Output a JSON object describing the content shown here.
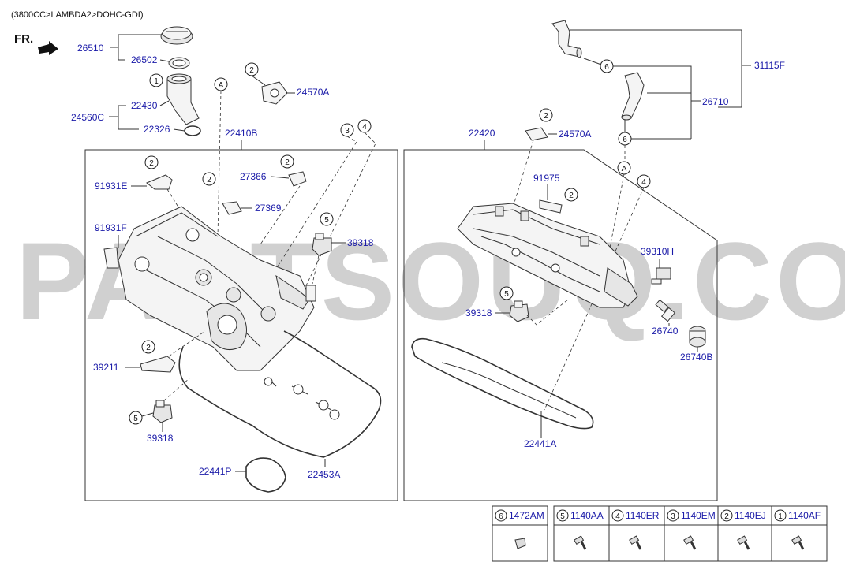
{
  "header": {
    "model": "(3800CC>LAMBDA2>DOHC-GDI)",
    "front_label": "FR."
  },
  "watermark": "PARTSOUQ.COM",
  "parts": {
    "p26510": "26510",
    "p26502": "26502",
    "p22430": "22430",
    "p24560C": "24560C",
    "p22326": "22326",
    "p24570A_l": "24570A",
    "p22410B": "22410B",
    "p91931E": "91931E",
    "p27366": "27366",
    "p27369": "27369",
    "p91931F": "91931F",
    "p39318_top": "39318",
    "p39211": "39211",
    "p39318_bl": "39318",
    "p22441P": "22441P",
    "p22453A": "22453A",
    "p22420": "22420",
    "p24570A_r": "24570A",
    "p91975": "91975",
    "p39310H": "39310H",
    "p39318_r": "39318",
    "p26740": "26740",
    "p26740B": "26740B",
    "p22441A": "22441A",
    "p31115F": "31115F",
    "p26710": "26710"
  },
  "refs": {
    "A": "A",
    "n1": "1",
    "n2": "2",
    "n3": "3",
    "n4": "4",
    "n5": "5",
    "n6": "6"
  },
  "fasteners": [
    {
      "num": "6",
      "code": "1472AM"
    },
    {
      "num": "5",
      "code": "1140AA"
    },
    {
      "num": "4",
      "code": "1140ER"
    },
    {
      "num": "3",
      "code": "1140EM"
    },
    {
      "num": "2",
      "code": "1140EJ"
    },
    {
      "num": "1",
      "code": "1140AF"
    }
  ]
}
